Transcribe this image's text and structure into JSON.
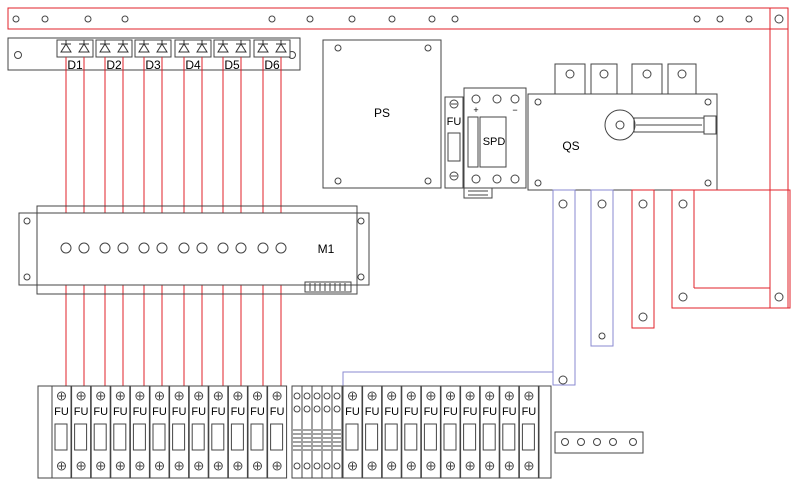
{
  "diode_labels": [
    "D1",
    "D2",
    "D3",
    "D4",
    "D5",
    "D6"
  ],
  "labels": {
    "ps": "PS",
    "qs": "QS",
    "m1": "M1",
    "spd": "SPD",
    "fu": "FU",
    "plus": "+",
    "minus": "−"
  },
  "fuse_label": "FU",
  "colors": {
    "outline": "#444444",
    "red_wire": "#e0202a",
    "blue_wire": "#8a8ad0"
  }
}
